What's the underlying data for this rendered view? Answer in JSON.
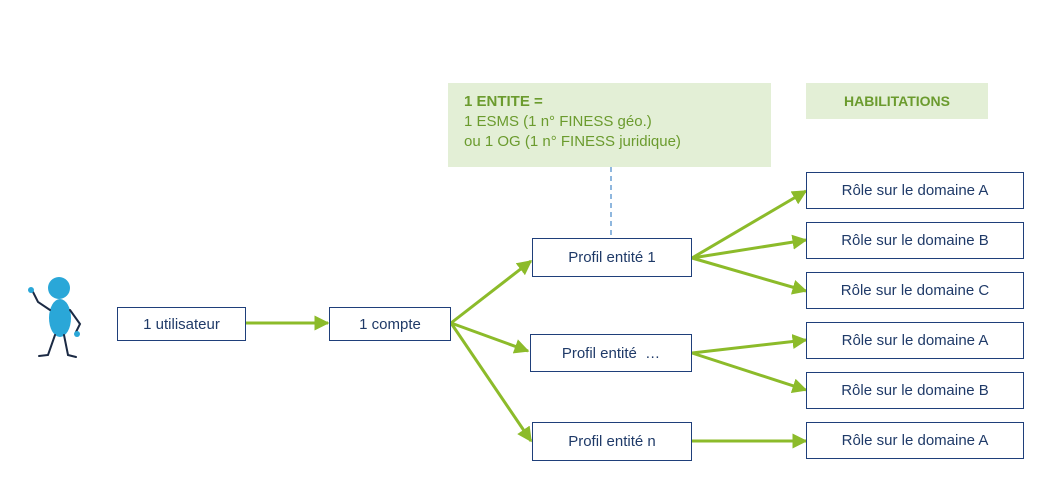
{
  "entity_note": {
    "line1": "1 ENTITE =",
    "line2": "1 ESMS (1 n° FINESS géo.)",
    "line3": "ou 1 OG (1 n° FINESS juridique)"
  },
  "habilitations_label": "HABILITATIONS",
  "user_label": "1 utilisateur",
  "account_label": "1 compte",
  "profiles": [
    {
      "label": "Profil entité 1"
    },
    {
      "label": "Profil entité  …"
    },
    {
      "label": "Profil entité n"
    }
  ],
  "roles": [
    {
      "label": "Rôle sur le domaine A"
    },
    {
      "label": "Rôle sur le domaine B"
    },
    {
      "label": "Rôle sur le domaine C"
    },
    {
      "label": "Rôle sur le domaine A"
    },
    {
      "label": "Rôle sur le domaine B"
    },
    {
      "label": "Rôle sur le domaine A"
    }
  ],
  "colors": {
    "arrow": "#8cbb2a",
    "box_border": "#1f3f7a",
    "note_bg": "#e3efd6",
    "note_text": "#6b9b2e",
    "dashed_line": "#6a9fd4",
    "person_body": "#2aa7d8"
  },
  "icons": {
    "user": "person-figure-icon"
  }
}
